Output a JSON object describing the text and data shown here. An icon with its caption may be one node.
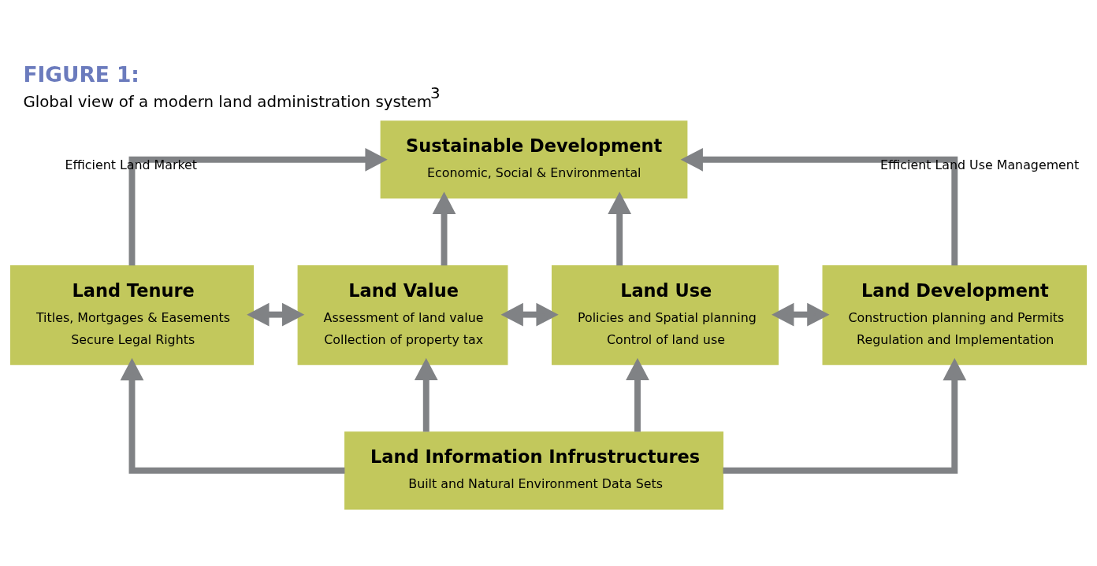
{
  "diagram": {
    "title": "FIGURE 1:",
    "caption": "Global view of a modern land administration system$^{3}$",
    "nodes": [
      {
        "text": [
          "Sustainable Development",
          "Economic, Social & Environmental"
        ]
      },
      {
        "text": [
          "Land Tenure",
          "Titles, Mortgages & Easements",
          "Secure Legal Rights"
        ]
      },
      {
        "text": [
          "Land Value",
          "Assessment of land value",
          "Collection of property tax"
        ]
      },
      {
        "text": [
          "Land Use",
          "Policies and Spatial planning",
          "Control of land use"
        ]
      },
      {
        "text": [
          "Land Development",
          "Construction planning and Permits",
          "Regulation and Implementation"
        ]
      },
      {
        "text": [
          "Land Information Infrustructures",
          "Built and Natural Environment Data Sets"
        ]
      }
    ],
    "edges": [
      {
        "from": 1,
        "to": 0,
        "arrow": "to",
        "label": "Efficient Land Market"
      },
      {
        "from": 2,
        "to": 0,
        "arrow": "to"
      },
      {
        "from": 3,
        "to": 0,
        "arrow": "to"
      },
      {
        "from": 4,
        "to": 0,
        "arrow": "to",
        "label": "Efficient Land Use Management"
      },
      {
        "from": 1,
        "to": 2,
        "arrow": "both"
      },
      {
        "from": 2,
        "to": 3,
        "arrow": "both"
      },
      {
        "from": 3,
        "to": 4,
        "arrow": "both"
      },
      {
        "from": 5,
        "to": 1,
        "arrow": "to"
      },
      {
        "from": 5,
        "to": 2,
        "arrow": "to"
      },
      {
        "from": 5,
        "to": 3,
        "arrow": "to"
      },
      {
        "from": 5,
        "to": 4,
        "arrow": "to"
      }
    ]
  }
}
